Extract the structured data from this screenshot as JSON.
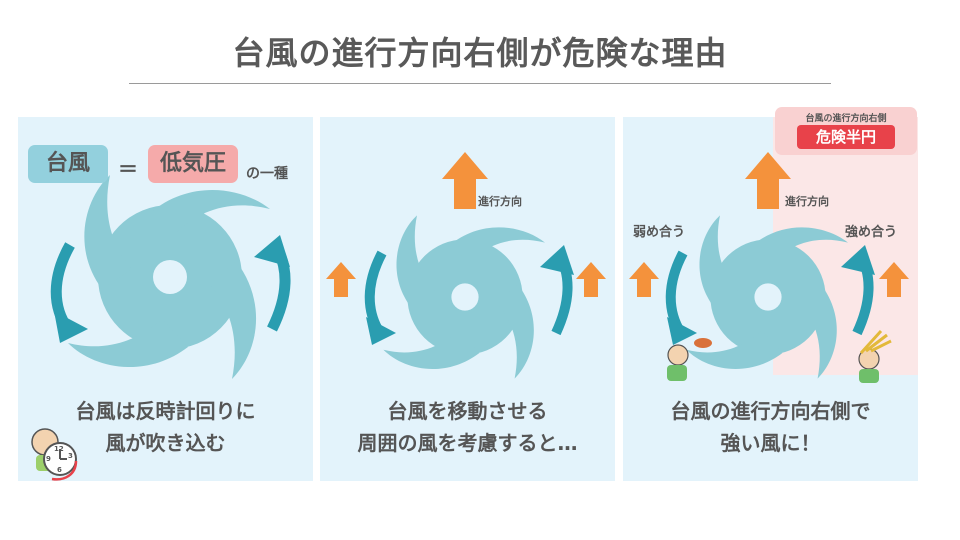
{
  "title": "台風の進行方向右側が危険な理由",
  "panel1": {
    "pill_left": "台風",
    "equals": "＝",
    "pill_right": "低気圧",
    "suffix": "の一種",
    "caption_line1": "台風は反時計回りに",
    "caption_line2": "風が吹き込む",
    "clock_numbers": [
      "12",
      "3",
      "6",
      "9"
    ]
  },
  "panel2": {
    "direction_label": "進行方向",
    "caption_line1": "台風を移動させる",
    "caption_line2": "周囲の風を考慮すると…"
  },
  "panel3": {
    "direction_label": "進行方向",
    "weak_label": "弱め合う",
    "strong_label": "強め合う",
    "danger_small": "台風の進行方向右側",
    "danger_badge": "危険半円",
    "caption_line1": "台風の進行方向右側で",
    "caption_line2": "強い風に！"
  },
  "colors": {
    "panel_bg": "#e3f3fb",
    "typhoon": "#8ccbd5",
    "wind_arrow": "#2a9db0",
    "move_arrow": "#f4923c",
    "pill_blue": "#93d0dd",
    "pill_pink": "#f5aaaa",
    "danger_area": "#fbe7e7",
    "danger_badge": "#e8424a"
  }
}
